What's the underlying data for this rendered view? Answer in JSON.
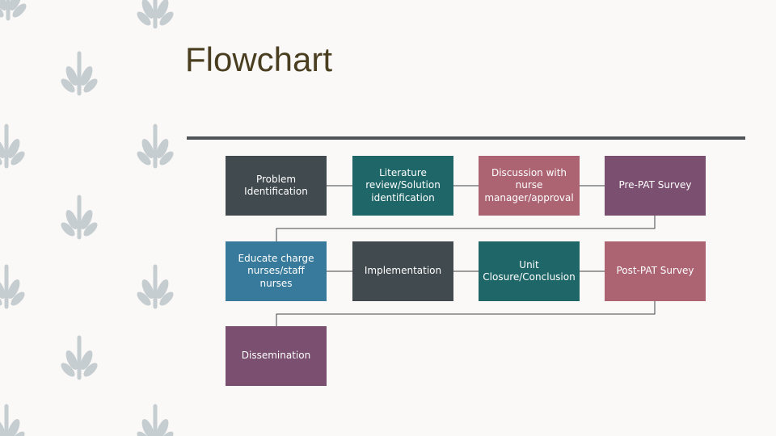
{
  "title": "Flowchart",
  "steps": {
    "problem_identification": "Problem Identification",
    "literature_review": "Literature review/Solution identification",
    "discussion": "Discussion with nurse manager/approval",
    "pre_survey": "Pre-PAT Survey",
    "educate": "Educate charge nurses/staff nurses",
    "implementation": "Implementation",
    "unit_closure": "Unit Closure/Conclusion",
    "post_survey": "Post-PAT Survey",
    "dissemination": "Dissemination"
  },
  "colors": {
    "slate": "#404a4f",
    "teal": "#1f6668",
    "rose": "#ac6372",
    "plum": "#7a4f70",
    "blue": "#377a9b",
    "title": "#4a3e21",
    "rule": "#4e5458",
    "leaf": "#c6cdd1"
  },
  "decoration_icon": "leaf-sprig-icon"
}
